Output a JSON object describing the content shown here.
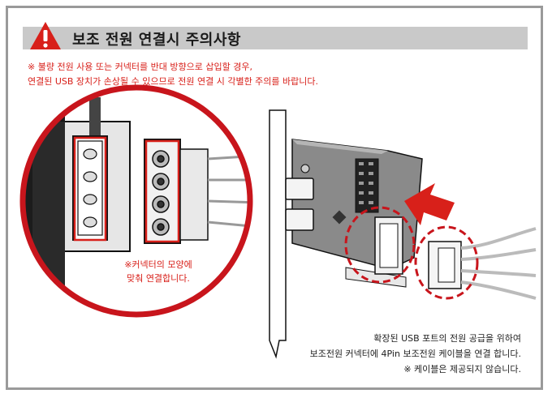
{
  "title": "보조 전원 연결시 주의사항",
  "warning": {
    "line1": "※ 불량 전원 사용 또는 커넥터를 반대 방향으로 삽입할 경우,",
    "line2": "연결된 USB 장치가 손상될 수 있으므로 전원 연결 시 각별한 주의를 바랍니다."
  },
  "callout": {
    "line1": "※커넥터의 모양에",
    "line2": "맞춰 연결합니다."
  },
  "notes": {
    "line1": "확장된 USB 포트의 전원 공급을 위하여",
    "line2": "보조전원 커넥터에 4Pin 보조전원 케이블을 연결 합니다.",
    "line3": "※ 케이블은 제공되지 않습니다."
  },
  "icons": [
    "warning-icon"
  ],
  "colors": {
    "accent": "#d8201a",
    "header_bg": "#c9c9c9",
    "frame": "#9a9a9a"
  }
}
